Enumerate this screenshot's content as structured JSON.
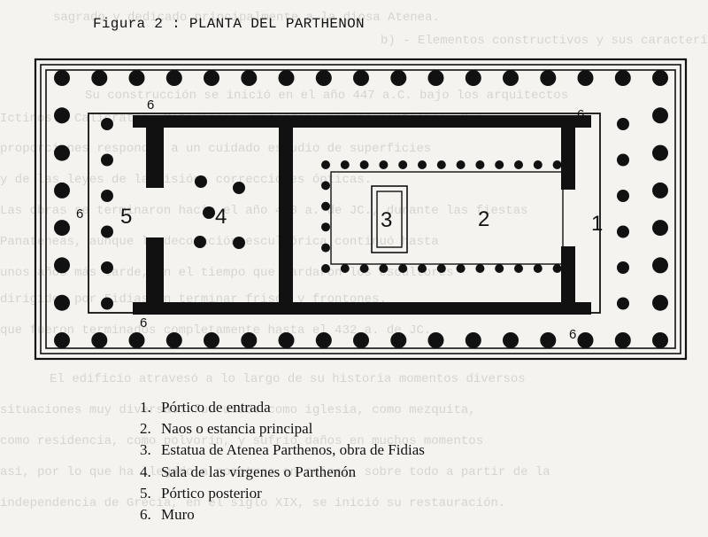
{
  "figure": {
    "caption": "Figura 2 :   PLANTA DEL PARTHENON"
  },
  "plan_labels": {
    "area_1": "1",
    "area_2": "2",
    "area_3": "3",
    "area_4": "4",
    "area_5": "5",
    "wall_a": "6",
    "wall_b": "6",
    "wall_c": "6",
    "wall_d": "6",
    "wall_e": "6"
  },
  "legend": {
    "items": [
      {
        "num": "1.",
        "text": "Pórtico de entrada"
      },
      {
        "num": "2.",
        "text": "Naos o estancia principal"
      },
      {
        "num": "3.",
        "text": "Estatua de Atenea Parthenos, obra de Fidias"
      },
      {
        "num": "4.",
        "text": "Sala de las vírgenes o Parthenón"
      },
      {
        "num": "5.",
        "text": "Pórtico posterior"
      },
      {
        "num": "6.",
        "text": "Muro"
      }
    ]
  },
  "bleed_through_text": [
    "sagrado y dedicado principalmente a la diosa Atenea.",
    "b) - Elementos constructivos y sus características.",
    "Su construcción se inició en el año 447 a.C. bajo los arquitectos",
    "Ictinos y Calícrates. Materiales empleados: mármol pentélico. Sus",
    "proporciones responden a un cuidado estudio de superficies",
    "y de las leyes de la visión: correcciones ópticas.",
    "Las obras se terminaron hacia el año 438 a. de JC., durante las fiestas",
    "Panateneas, aunque la decoración escultórica continuó hasta",
    "unos años más tarde, en el tiempo que tardaron los escultores",
    "dirigidos por Fidias en terminar frisos y frontones.",
    "que fueron terminados completamente hasta el 432 a. de JC.",
    "El edificio atravesó a lo largo de su historia momentos diversos",
    "situaciones muy diversas: fue usado como iglesia, como mezquita,",
    "como residencia, como polvorín, y sufrió daños en muchos momentos",
    "así, por lo que ha llegado a nosotros en ruinas, sobre todo a partir de la",
    "independencia de Grecia, en el siglo XIX, se inició su restauración."
  ]
}
